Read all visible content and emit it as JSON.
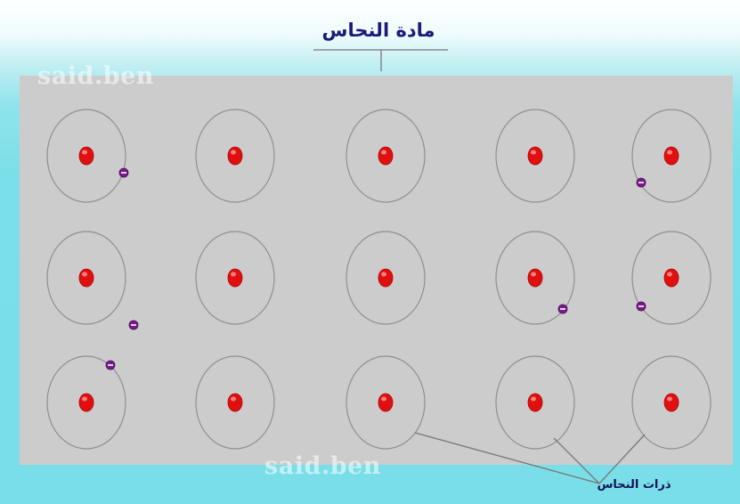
{
  "diagram": {
    "title": "مادة النحاس",
    "atoms_label": "ذرات النحاس",
    "watermarks": [
      "said.ben",
      "said.ben"
    ],
    "atom_grid": {
      "rows": 3,
      "columns": 5
    },
    "electron_symbol": "−",
    "colors": {
      "panel": "#cccccc",
      "orbit": "#8f8f8f",
      "nucleus": "#e01010",
      "electron": "#7a1a8a",
      "title": "#1a1a7a",
      "background": "#79dee7"
    }
  }
}
